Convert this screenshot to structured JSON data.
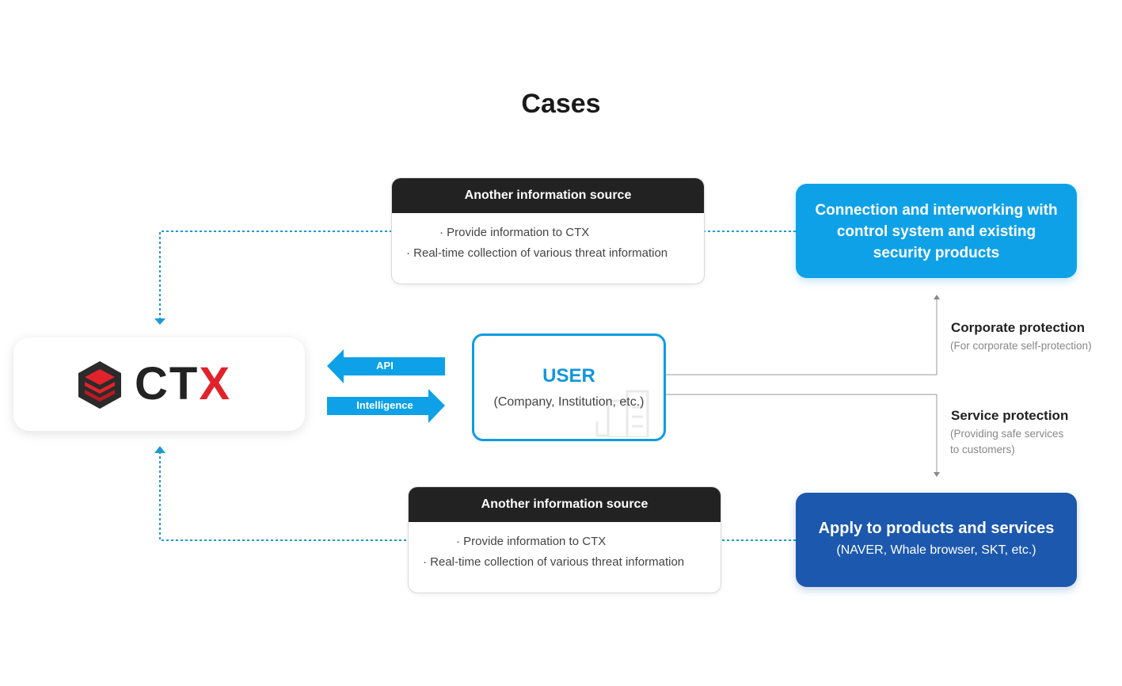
{
  "title": "Cases",
  "top_source": {
    "header": "Another information source",
    "bullets": [
      "· Provide information to CTX",
      "· Real-time collection of various threat information"
    ]
  },
  "bottom_source": {
    "header": "Another information source",
    "bullets": [
      "· Provide information to CTX",
      "· Real-time collection of various threat information"
    ]
  },
  "ctx_logo": {
    "text_ct": "CT",
    "text_x": "X"
  },
  "arrows": {
    "api": "API",
    "intelligence": "Intelligence"
  },
  "user": {
    "title": "USER",
    "subtitle": "(Company, Institution, etc.)"
  },
  "connection_box": {
    "text": "Connection and interworking with control system and existing security products"
  },
  "apply_box": {
    "title": "Apply to products and services",
    "subtitle": "(NAVER, Whale browser, SKT, etc.)"
  },
  "corporate_protection": {
    "title": "Corporate protection",
    "subtitle": "(For corporate self-protection)"
  },
  "service_protection": {
    "title": "Service protection",
    "subtitle_line1": "(Providing safe services",
    "subtitle_line2": "to customers)"
  },
  "colors": {
    "light_blue": "#0ea1e8",
    "dark_blue": "#1c58ad",
    "dotted_line": "#1a9ad6",
    "ctx_red": "#e1222a"
  }
}
